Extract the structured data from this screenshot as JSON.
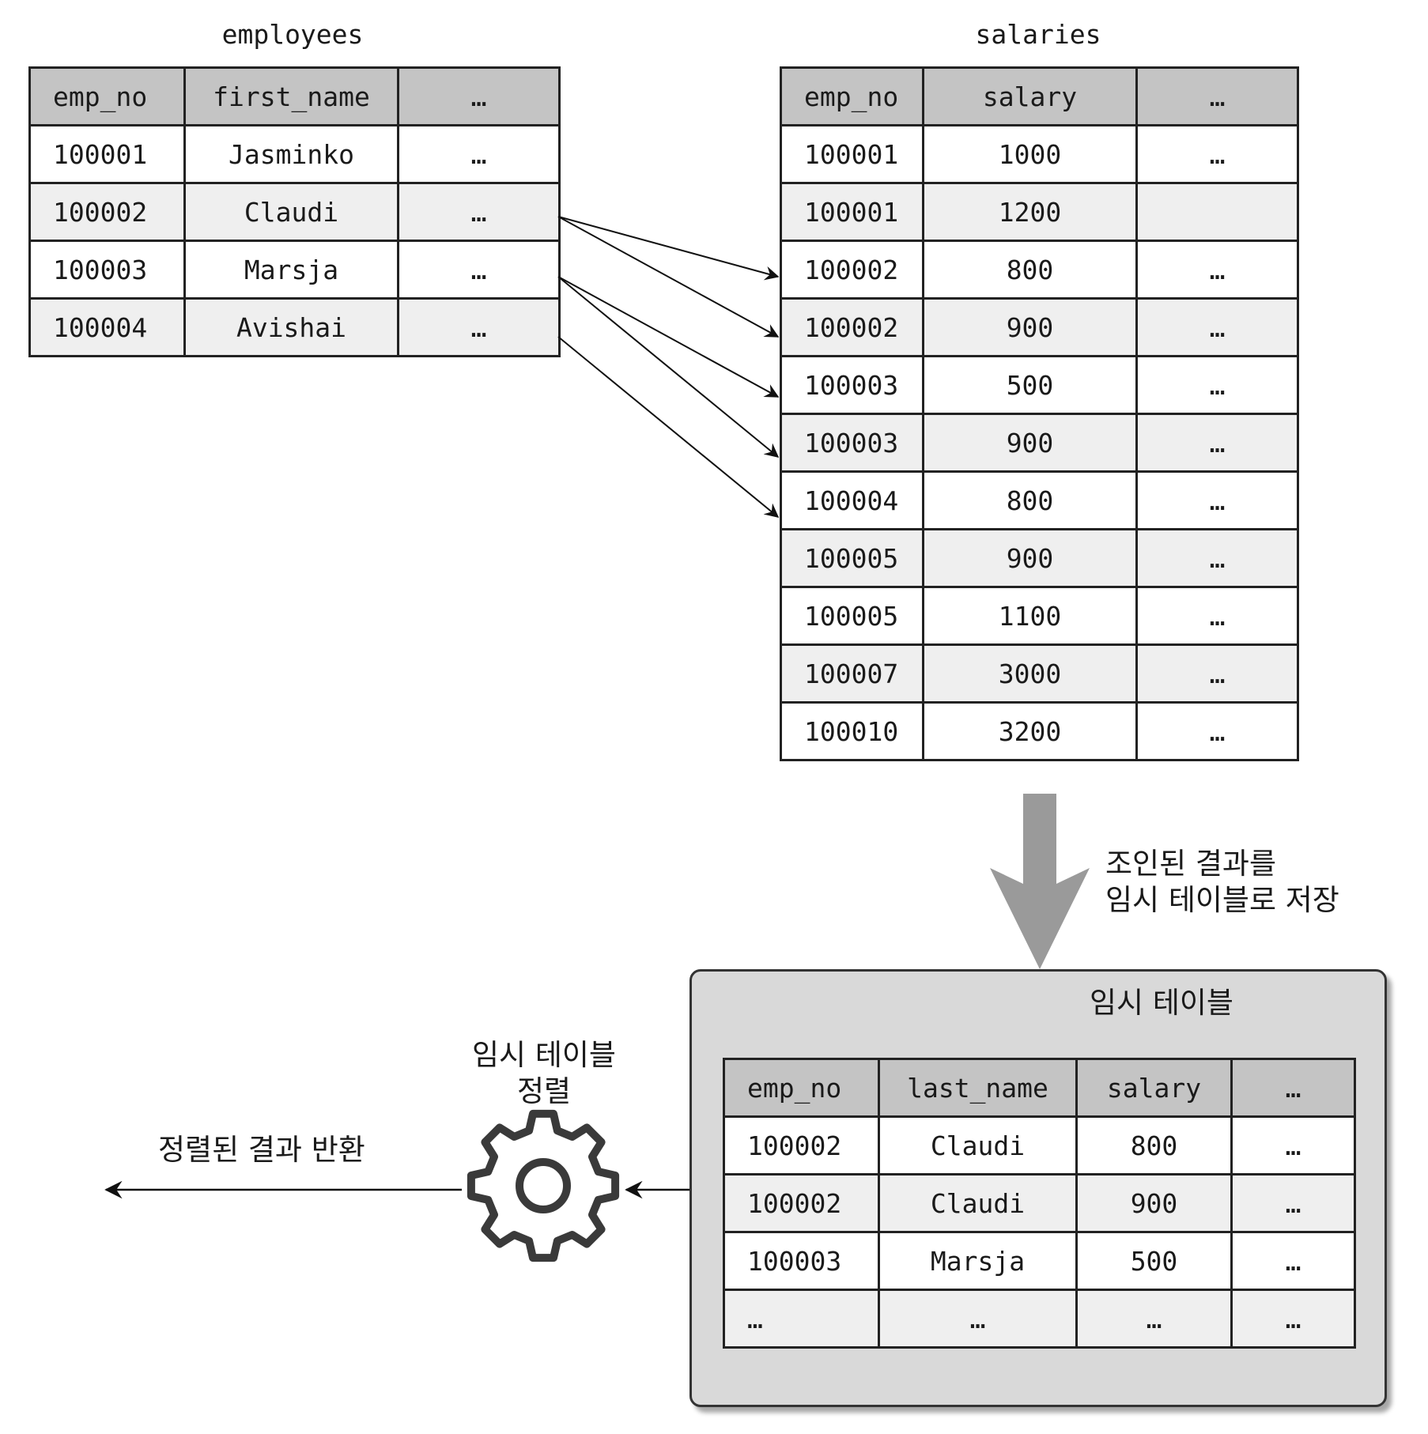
{
  "employees": {
    "caption": "employees",
    "headers": [
      "emp_no",
      "first_name",
      "…"
    ],
    "rows": [
      [
        "100001",
        "Jasminko",
        "…"
      ],
      [
        "100002",
        "Claudi",
        "…"
      ],
      [
        "100003",
        "Marsja",
        "…"
      ],
      [
        "100004",
        "Avishai",
        "…"
      ]
    ]
  },
  "salaries": {
    "caption": "salaries",
    "headers": [
      "emp_no",
      "salary",
      "…"
    ],
    "rows": [
      [
        "100001",
        "1000",
        "…"
      ],
      [
        "100001",
        "1200",
        ""
      ],
      [
        "100002",
        "800",
        "…"
      ],
      [
        "100002",
        "900",
        "…"
      ],
      [
        "100003",
        "500",
        "…"
      ],
      [
        "100003",
        "900",
        "…"
      ],
      [
        "100004",
        "800",
        "…"
      ],
      [
        "100005",
        "900",
        "…"
      ],
      [
        "100005",
        "1100",
        "…"
      ],
      [
        "100007",
        "3000",
        "…"
      ],
      [
        "100010",
        "3200",
        "…"
      ]
    ]
  },
  "join_links": [
    {
      "from_employee_row": 1,
      "to_salary_row": 2
    },
    {
      "from_employee_row": 1,
      "to_salary_row": 3
    },
    {
      "from_employee_row": 2,
      "to_salary_row": 4
    },
    {
      "from_employee_row": 2,
      "to_salary_row": 5
    },
    {
      "from_employee_row": 3,
      "to_salary_row": 6
    }
  ],
  "labels": {
    "join_store": "조인된 결과를\n임시 테이블로 저장",
    "temp_sort": "임시 테이블\n정렬",
    "return_result": "정렬된 결과 반환"
  },
  "temp_table": {
    "title": "임시 테이블",
    "headers": [
      "emp_no",
      "last_name",
      "salary",
      "…"
    ],
    "rows": [
      [
        "100002",
        "Claudi",
        "800",
        "…"
      ],
      [
        "100002",
        "Claudi",
        "900",
        "…"
      ],
      [
        "100003",
        "Marsja",
        "500",
        "…"
      ],
      [
        "…",
        "…",
        "…",
        "…"
      ]
    ]
  },
  "colors": {
    "header_fill": "#c4c4c4",
    "alt_row_fill": "#efefef",
    "big_arrow": "#9a9a9a",
    "gear": "#3a3a3a"
  },
  "icons": {
    "process": "gear-icon"
  }
}
